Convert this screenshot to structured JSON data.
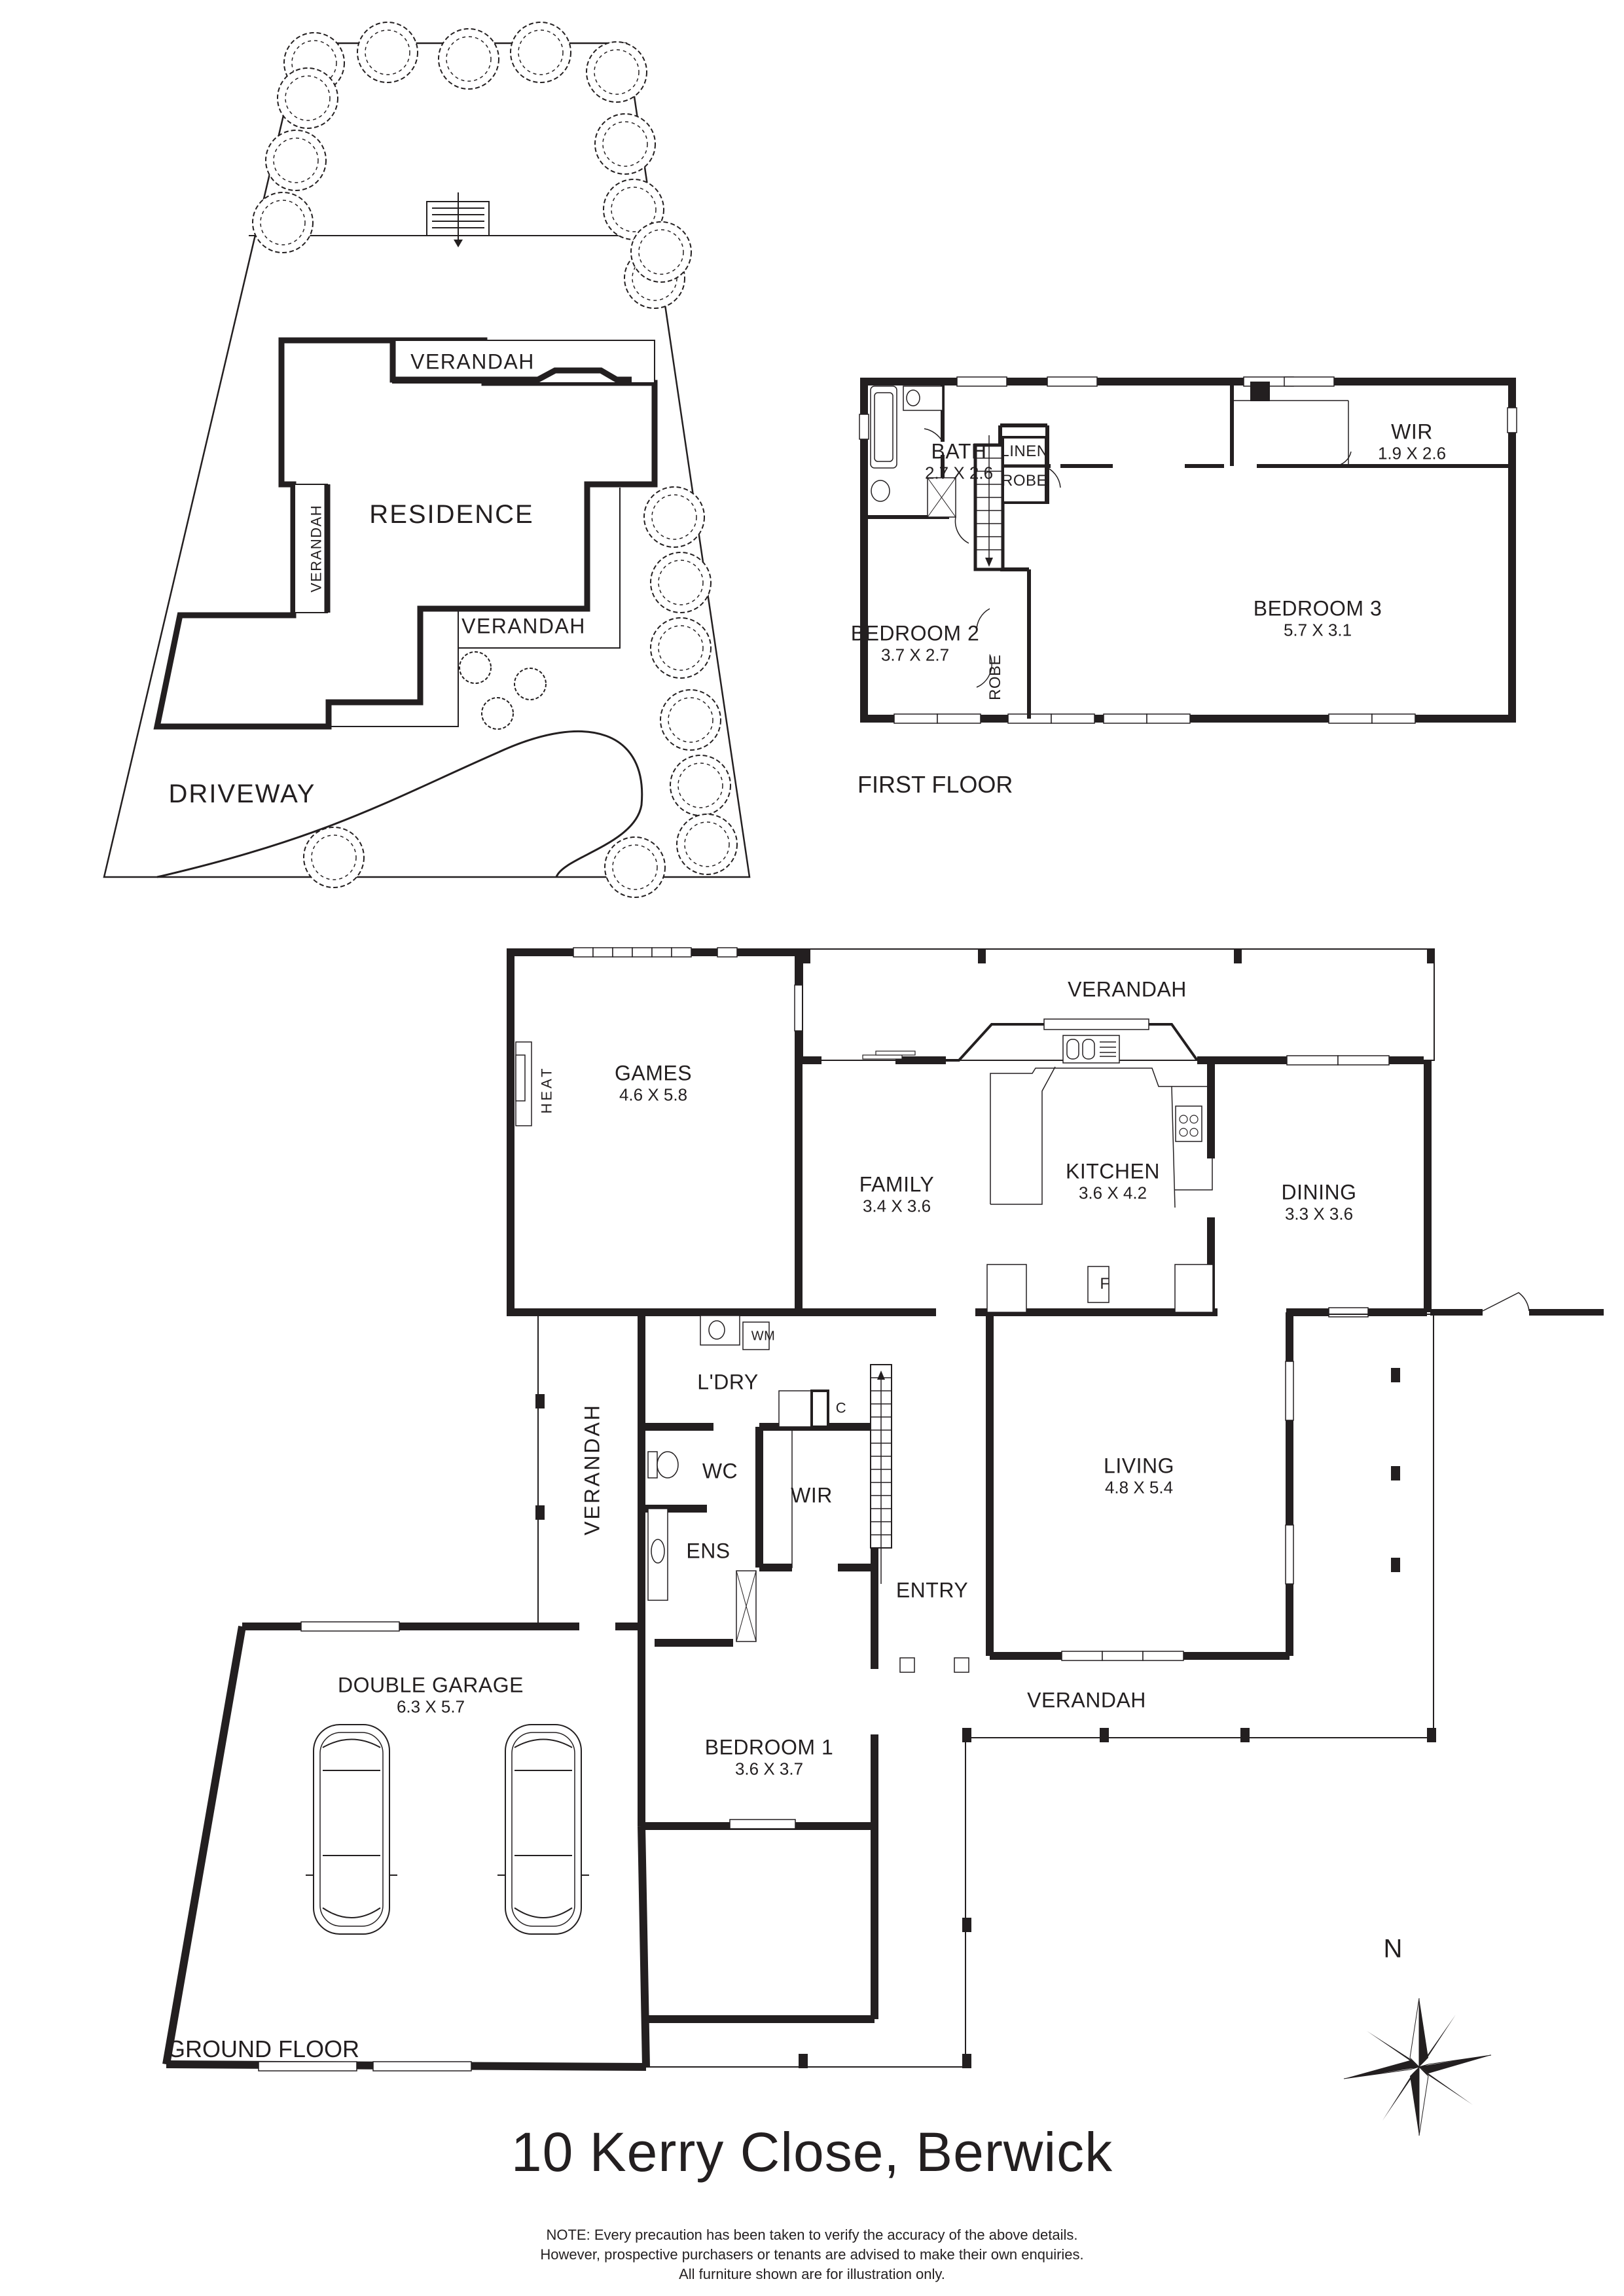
{
  "document": {
    "title": "10 Kerry Close, Berwick",
    "note_lines": [
      "NOTE: Every precaution has been taken to verify the accuracy of the above details.",
      "However, prospective purchasers or tenants are advised to make their own enquiries.",
      "All furniture shown are for illustration only."
    ]
  },
  "site_plan": {
    "labels": {
      "residence": "RESIDENCE",
      "verandah_top": "VERANDAH",
      "verandah_left": "VERANDAH",
      "verandah_bottom": "VERANDAH",
      "driveway": "DRIVEWAY"
    }
  },
  "first_floor": {
    "label": "FIRST FLOOR",
    "rooms": {
      "bath": {
        "name": "BATH",
        "dims": "2.7 X 2.6"
      },
      "wir": {
        "name": "WIR",
        "dims": "1.9 X 2.6"
      },
      "linen": {
        "name": "LINEN"
      },
      "robe_upper": {
        "name": "ROBE"
      },
      "bedroom2": {
        "name": "BEDROOM 2",
        "dims": "3.7 X 2.7"
      },
      "robe_lower": {
        "name": "ROBE"
      },
      "bedroom3": {
        "name": "BEDROOM 3",
        "dims": "5.7 X 3.1"
      }
    }
  },
  "ground_floor": {
    "label": "GROUND FLOOR",
    "rooms": {
      "verandah_rear": {
        "name": "VERANDAH"
      },
      "games": {
        "name": "GAMES",
        "dims": "4.6 X 5.8"
      },
      "heat": {
        "name": "HEAT"
      },
      "family": {
        "name": "FAMILY",
        "dims": "3.4 X 3.6"
      },
      "kitchen": {
        "name": "KITCHEN",
        "dims": "3.6 X 4.2"
      },
      "dining": {
        "name": "DINING",
        "dims": "3.3 X 3.6"
      },
      "fridge": {
        "name": "F"
      },
      "laundry": {
        "name": "L'DRY"
      },
      "washing_machine": {
        "name": "WM"
      },
      "cupboard": {
        "name": "C"
      },
      "verandah_side": {
        "name": "VERANDAH"
      },
      "wc": {
        "name": "WC"
      },
      "wir": {
        "name": "WIR"
      },
      "ensuite": {
        "name": "ENS"
      },
      "entry": {
        "name": "ENTRY"
      },
      "living": {
        "name": "LIVING",
        "dims": "4.8 X 5.4"
      },
      "double_garage": {
        "name": "DOUBLE GARAGE",
        "dims": "6.3 X 5.7"
      },
      "bedroom1": {
        "name": "BEDROOM 1",
        "dims": "3.6 X 3.7"
      },
      "verandah_front": {
        "name": "VERANDAH"
      }
    }
  },
  "compass": {
    "north_label": "N"
  }
}
